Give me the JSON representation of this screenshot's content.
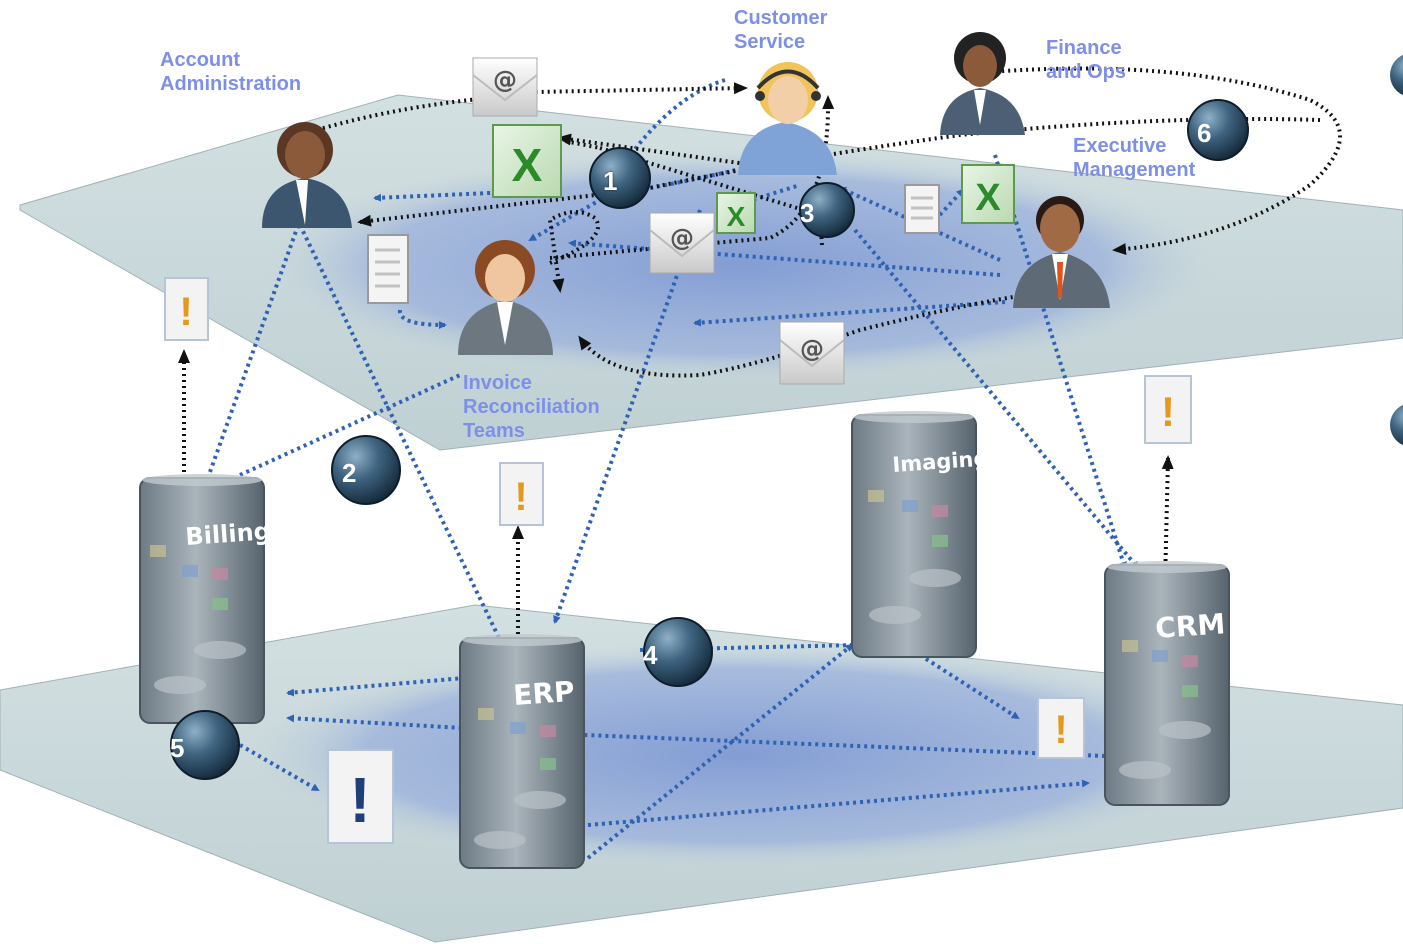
{
  "people": {
    "account_admin": "Account\nAdministration",
    "customer_service": "Customer\nService",
    "finance_ops": "Finance\nand Ops",
    "executive": "Executive\nManagement",
    "invoice": "Invoice\nReconciliation\nTeams"
  },
  "systems": {
    "billing": "Billing",
    "erp": "ERP",
    "imaging": "Imaging",
    "crm": "CRM"
  },
  "steps": [
    "1",
    "2",
    "3",
    "4",
    "5",
    "6"
  ],
  "icons": {
    "email": "@",
    "alert": "!",
    "excel": "X"
  },
  "colors": {
    "plane": "#c9d8db",
    "ellipse": "#7f9ad4",
    "label": "#7d8fe8",
    "blue_arrow": "#2f62b3",
    "black_arrow": "#111111",
    "step_circle": "#1f3b52"
  }
}
